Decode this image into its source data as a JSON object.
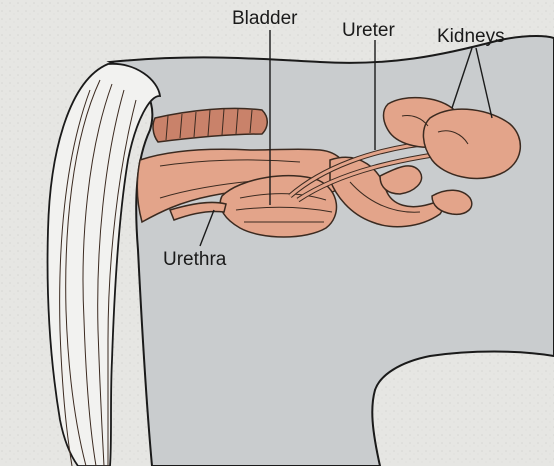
{
  "diagram": {
    "labels": {
      "bladder": "Bladder",
      "ureter": "Ureter",
      "kidneys": "Kidneys",
      "urethra": "Urethra"
    },
    "colors": {
      "background": "#e7e7e4",
      "body": "#c9ccce",
      "organ": "#e3a48a",
      "organ_dark": "#c9826a",
      "outline": "#1a1a1a"
    }
  }
}
